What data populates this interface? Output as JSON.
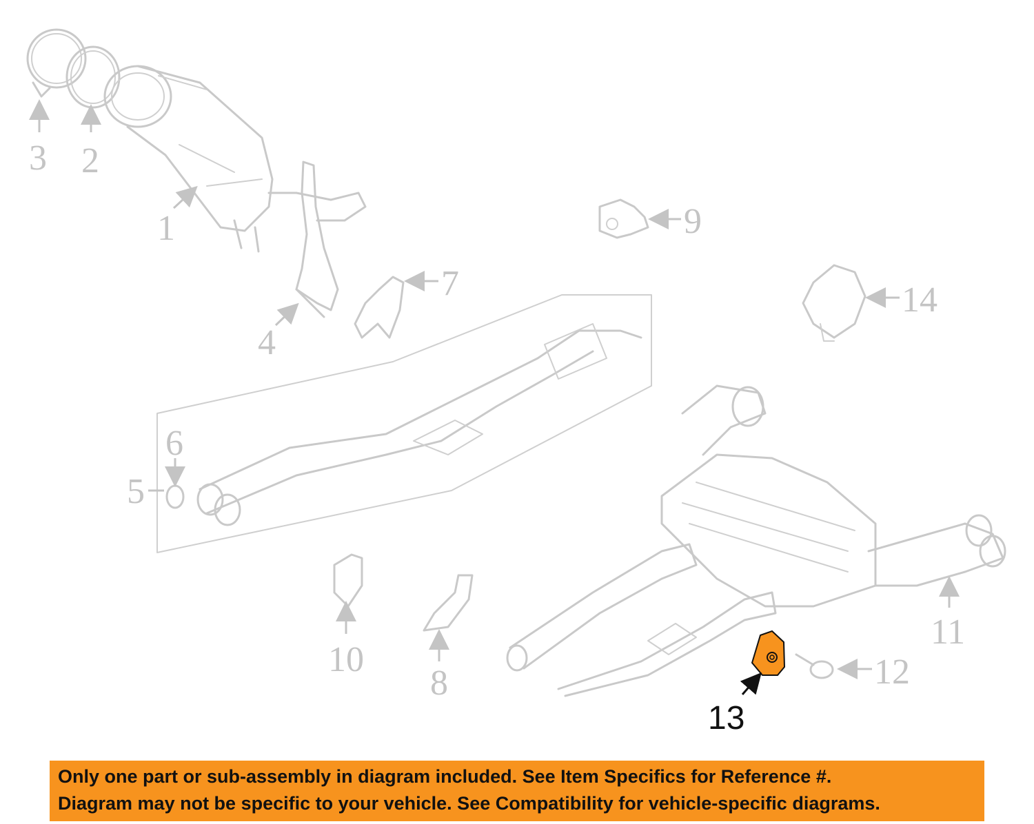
{
  "colors": {
    "highlight_part": "#f7931e",
    "banner_background": "#f7931e",
    "banner_text": "#111111",
    "line_art": "#c9c9c9",
    "highlight_label": "#111111"
  },
  "callouts": {
    "c1": "1",
    "c2": "2",
    "c3": "3",
    "c4": "4",
    "c5": "5",
    "c6": "6",
    "c7": "7",
    "c8": "8",
    "c9": "9",
    "c10": "10",
    "c11": "11",
    "c12": "12",
    "c13": "13",
    "c14": "14"
  },
  "highlighted_callout": "13",
  "banner": {
    "line1": "Only one part or sub-assembly in diagram included. See Item Specifics for Reference #.",
    "line2": "Diagram may not be specific to your vehicle. See Compatibility for vehicle-specific diagrams."
  }
}
